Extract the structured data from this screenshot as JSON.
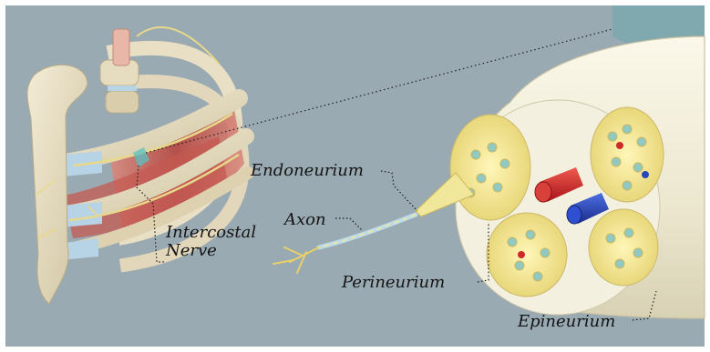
{
  "labels": {
    "endoneurium": "Endoneurium",
    "axon": "Axon",
    "intercostal_line1": "Intercostal",
    "intercostal_line2": "Nerve",
    "perineurium": "Perineurium",
    "epineurium": "Epineurium"
  },
  "colors": {
    "background": "#9aaab2",
    "bone": "#e6dcc0",
    "muscle": "#c25a55",
    "cartilage": "#b7d3e6",
    "nerve_yellow": "#f1e79a",
    "epineurium_sheath": "#f0eddc",
    "artery": "#cf2a2a",
    "vein": "#2a47b8"
  }
}
